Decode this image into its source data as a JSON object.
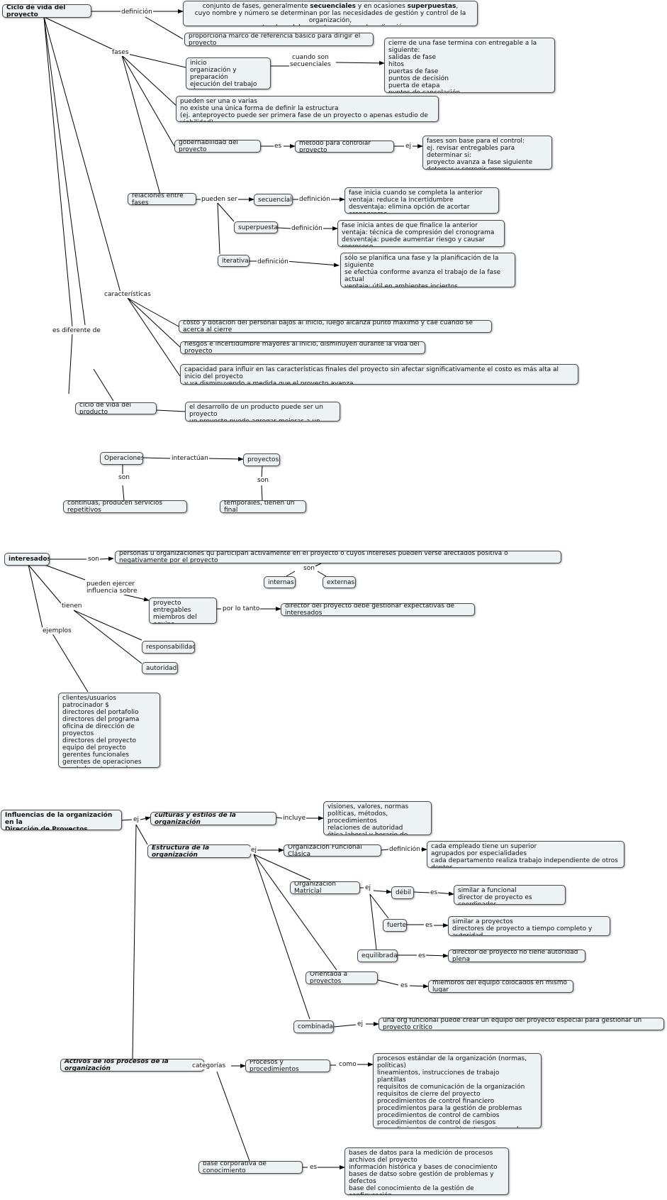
{
  "nodes": {
    "ciclo": "Ciclo de vida del proyecto",
    "def_conjunto_1": "conjunto de fases, generalmente ",
    "def_conjunto_b1": "secuenciales",
    "def_conjunto_2": " y en ocasiones ",
    "def_conjunto_b2": "superpuestas",
    "def_conjunto_3": ",\ncuyo nombre y número se determinan por las necesidades de gestión y control de la organización,\nnaturaleza del proyecto y su área de aplicación",
    "marco": "proporciona marco de referencia básico para dirigir el proyecto",
    "fases_list": "inicio\norganización y preparación\nejecución del trabajo\ncierre",
    "cierre_fase": "cierre de una fase termina con entregable a la siguiente:\nsalidas de fase\nhitos\npuertas de fase\npuntos de decisión\npuerta de etapa\npuntos de cancelación",
    "una_o_varias": "pueden ser una o varias\nno existe una única forma de definir la estructura\n(ej. anteproyecto puede ser primera fase de un proyecto o apenas estudio de viabilidad)",
    "gobernabilidad": "gobernabilidad del proyecto",
    "metodo": "método para controlar proyecto",
    "fases_base": "fases son base para el control:\nej. revisar entregables para determinar si:\nproyecto avanza a fase siguiente\ndetercar y corregir errores",
    "relaciones": "relaciones entre fases",
    "secuencial": "secuencial",
    "sec_def": "fase inicia cuando se completa la anterior\nventaja: reduce la incertidumbre\ndesventaja: elimina opción de acortar cronograma",
    "superpuesta": "superpuesta",
    "sup_def": "fase inicia antes de que finalice la anterior\nventaja: técnica de compresión del cronograma\ndesventaja: puede aumentar riesgo y causar reproceso",
    "iterativa": "iterativa",
    "ite_def": "sólo se planifica una fase y la planificación de la siguiente\nse efectúa conforme avanza el trabajo de la fase actual\nventaja: útil en ambientes inciertos\ndesventaja: no se cuenta con planificación de largo plazo",
    "costo": "costo y dotación del personal bajos al inicio, luego alcanza punto máximo y cae cuando se acerca al cierre",
    "riesgos": "riesgos e incertidumbre mayores al inicio, disminuyen durante la vida del proyecto",
    "capacidad": "capacidad para influir en las características finales del proyecto sin afectar significativamente el costo es más alta al inicio del proyecto\ny va disminuyendo a medida que el proyecto avanza",
    "ciclo_producto": "ciclo de vida del producto",
    "desarrollo": "el desarrollo de un producto puede ser un proyecto\nun proyecto puede agregar mejoras a un producto",
    "operaciones": "Operaciones",
    "proyectos": "proyectos",
    "continuas": "continuas, producen servicios repetitivos",
    "temporales": "temporales, tienen un final",
    "interesados": "interesados",
    "personas": "personas u organizaciones qu participan activamente en el proyecto o cuyos intereses pueden verse afectados positiva o negativamente por el proyecto",
    "internas": "internas",
    "externas": "externas",
    "proy_ent": "proyecto\nentregables\nmiembros del equipo",
    "director_gest": "director del proyecto debe gestionar expectativas de interesados",
    "responsabilidad": "responsabilidad",
    "autoridad": "autoridad",
    "ejemplos_list": "clientes/usuarios\npatrocinador $\ndirectores del portafolio\ndirectores del programa\noficina de dirección de proyectos\ndirectores del proyecto\nequipo del proyecto\ngerentes funcionales\ngerentes de operaciones\nvendedores/socios de negocios",
    "influencias": "Influencias de la organización en la\nDirección de Proyectos",
    "culturas": "culturas y estilos de la organización",
    "visiones": "visiones, valores, normas\npolíticas, métodos, procedimientos\nrelaciones de autoridad\nética laboral y horario de trabajo",
    "estructura": "Estructura de la organización",
    "funcional": "Organización Funcional Clásica",
    "func_def": "cada empleado tiene un superior\nagrupados por especialidades\ncada departamento realiza trabajo independiente de otros deptos",
    "matricial": "Organización Matricial",
    "debil": "débil",
    "debil_es": "similar a funcional\ndirector de proyecto es coordinador",
    "fuerte": "fuerte",
    "fuerte_es": "similar a proyectos\ndirectores de proyecto a tiempo completo y autoridad",
    "equilibrada": "equilibrada",
    "equil_es": "director de proyecto no tiene autoridad plena",
    "orientada": "Orientada a proyectos",
    "orient_es": "miembros del equipo colocados en mismo lugar",
    "combinada": "combinada",
    "comb_ej": "una org funcional puede crear un equipo del proyecto especial para gestionar un proyecto crítico",
    "activos": "Activos de los procesos de la organización",
    "procesos": "Procesos y procedimientos",
    "procesos_list": "procesos estándar de la organización (normas, políticas)\nlineamientos, instrucciones de trabajo\nplantillas\nrequisitos de comunicación de la organización\nrequisitos de cierre del proyecto\nprocedimientos de control financiero\nprocedimientos para la gestión de problemas\nprocedimientos de control de cambios\nprocedimientos de control de riesgos\nprocedimientos para emitir autorizaciones de trabajo",
    "base_corp": "base corporativa de conocimiento",
    "bases_list": "bases de datos para la medición de procesos\narchivos del proyecto\ninformación histórica y bases de conocimiento\nbases de datso sobre gestión de problemas y defectos\nbase del conocimiento de la gestión de configuración\nbases de datos financieras"
  },
  "labels": {
    "definicion": "definición",
    "fases": "fases",
    "cuando_son": "cuando son\nsecuenciales",
    "es": "es",
    "ej": "ej",
    "pueden_ser": "pueden ser",
    "caracteristicas": "características",
    "es_diferente": "es diferente de",
    "interactuan": "interactúan",
    "son": "son",
    "pueden_ejercer": "pueden ejercer\ninfluencia sobre",
    "tienen": "tienen",
    "por_lo_tanto": "por lo tanto",
    "ejemplos": "ejemplos",
    "incluye": "incluye",
    "categorias": "categorías",
    "como": "como"
  }
}
